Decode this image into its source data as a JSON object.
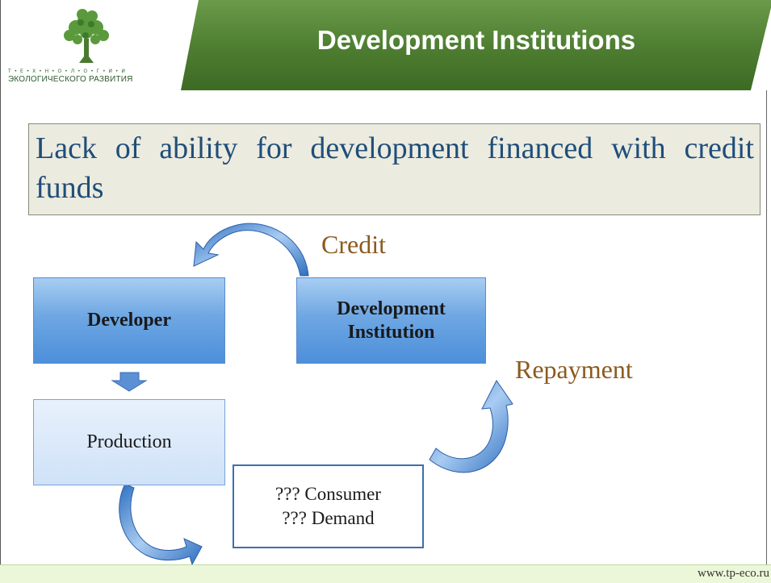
{
  "header": {
    "title": "Development Institutions",
    "logo": {
      "line1": "Т • Е • Х • Н • О • Л • О • Г • И • И",
      "line2": "ЭКОЛОГИЧЕСКОГО РАЗВИТИЯ"
    },
    "banner_color": "#4f7f32"
  },
  "subtitle": "Lack of ability for development financed with credit funds",
  "diagram": {
    "developer": "Developer",
    "institution_line1": "Development",
    "institution_line2": "Institution",
    "production": "Production",
    "consumer_line1": "??? Consumer",
    "consumer_line2": "??? Demand",
    "credit_label": "Credit",
    "repayment_label": "Repayment"
  },
  "footer": {
    "url": "www.tp-eco.ru"
  }
}
